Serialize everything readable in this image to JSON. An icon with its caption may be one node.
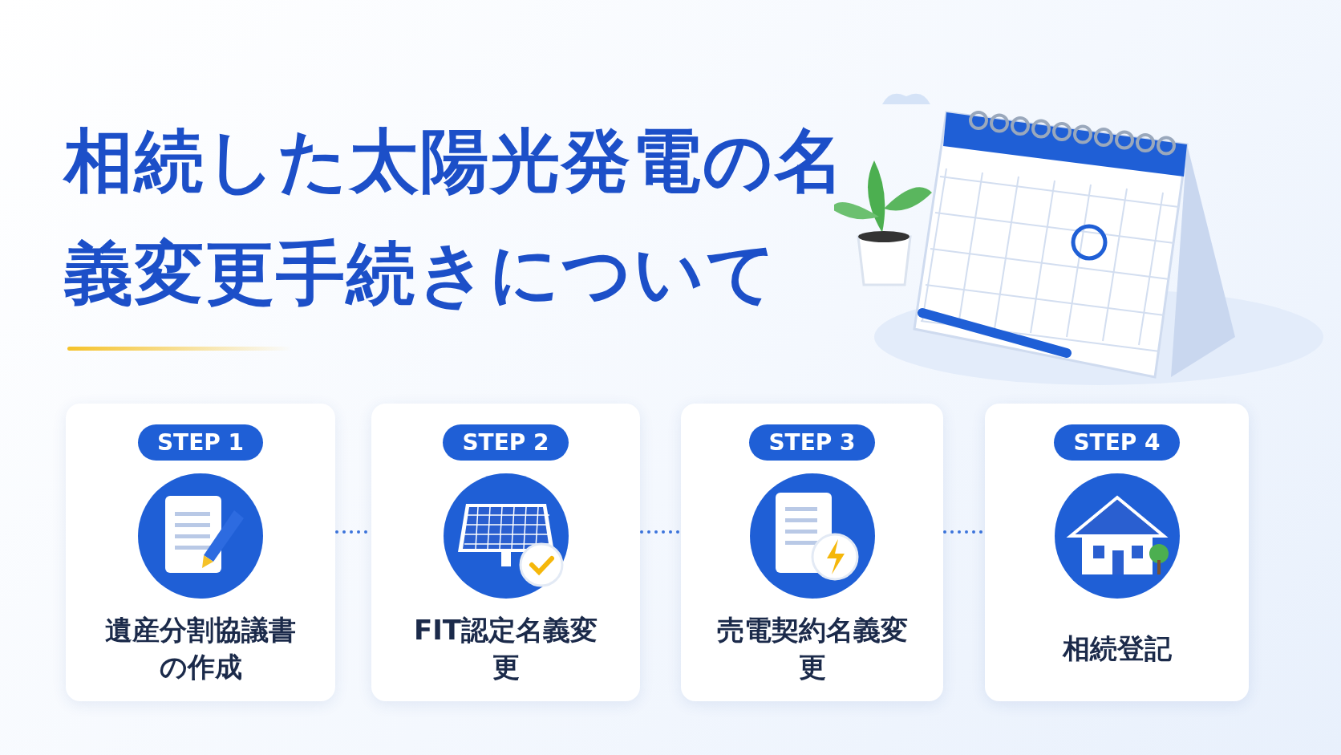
{
  "diagram": {
    "title": "相続した太陽光発電の名義変更手続きについて",
    "nodes": [
      {
        "text": [
          "STEP 1",
          "遺産分割協議書の作成"
        ]
      },
      {
        "text": [
          "STEP 2",
          "FIT認定名義変更"
        ]
      },
      {
        "text": [
          "STEP 3",
          "売電契約名義変更"
        ]
      },
      {
        "text": [
          "STEP 4",
          "相続登記"
        ]
      }
    ],
    "edges": [
      {
        "from": 0,
        "to": 1,
        "arrow": "none"
      },
      {
        "from": 1,
        "to": 2,
        "arrow": "none"
      },
      {
        "from": 2,
        "to": 3,
        "arrow": "none"
      }
    ]
  }
}
